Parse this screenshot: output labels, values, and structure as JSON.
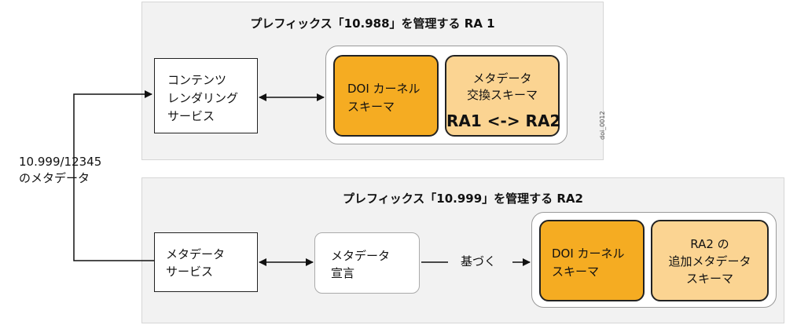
{
  "top_panel": {
    "title": "プレフィックス「10.988」を管理する RA 1",
    "rendering_service": "コンテンツ\nレンダリング\nサービス",
    "doi_kernel": "DOI カーネル\nスキーマ",
    "exchange_schema": "メタデータ\n交換スキーマ",
    "ra_exchange": "RA1 <-> RA2"
  },
  "side_label": "10.999/12345\nのメタデータ",
  "figure_id": "doi_0012",
  "bottom_panel": {
    "title": "プレフィックス「10.999」を管理する RA2",
    "metadata_service": "メタデータ\nサービス",
    "metadata_declaration": "メタデータ\n宣言",
    "based_on": "基づく",
    "doi_kernel": "DOI カーネル\nスキーマ",
    "extra_schema": "RA2 の\n追加メタデータ\nスキーマ"
  },
  "colors": {
    "orange": "#f5ac22",
    "peach": "#fbd492",
    "panel": "#f2f2f2"
  }
}
